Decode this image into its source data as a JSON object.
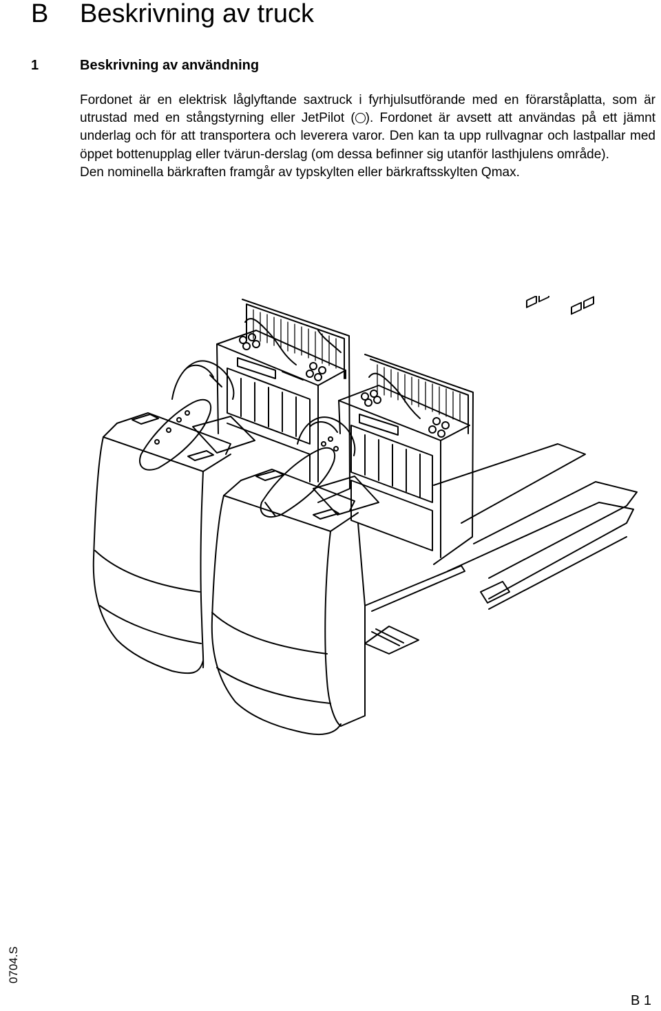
{
  "chapter": {
    "letter": "B",
    "title": "Beskrivning av truck"
  },
  "section": {
    "number": "1",
    "title": "Beskrivning av användning"
  },
  "body": {
    "p1_before": "Fordonet är en elektrisk låglyftande saxtruck i fyrhjulsutförande med en förarståplatta, som är utrustad med en stångstyrning eller JetPilot (",
    "jetpilot_icon": "circle-o-icon",
    "p1_after": "). Fordonet är avsett att användas på ett jämnt underlag och för att transportera och leverera varor. Den kan ta upp rullvagnar och lastpallar med öppet bottenupplag eller tvärun-derslag (om dessa befinner sig utanför lasthjulens område).",
    "p2": "Den nominella bärkraften framgår av typskylten eller bärkraftsskylten Qmax."
  },
  "figure": {
    "icon": "two-pallet-trucks-line-drawing"
  },
  "footer": {
    "doc_code": "0704.S",
    "page": "B 1"
  }
}
